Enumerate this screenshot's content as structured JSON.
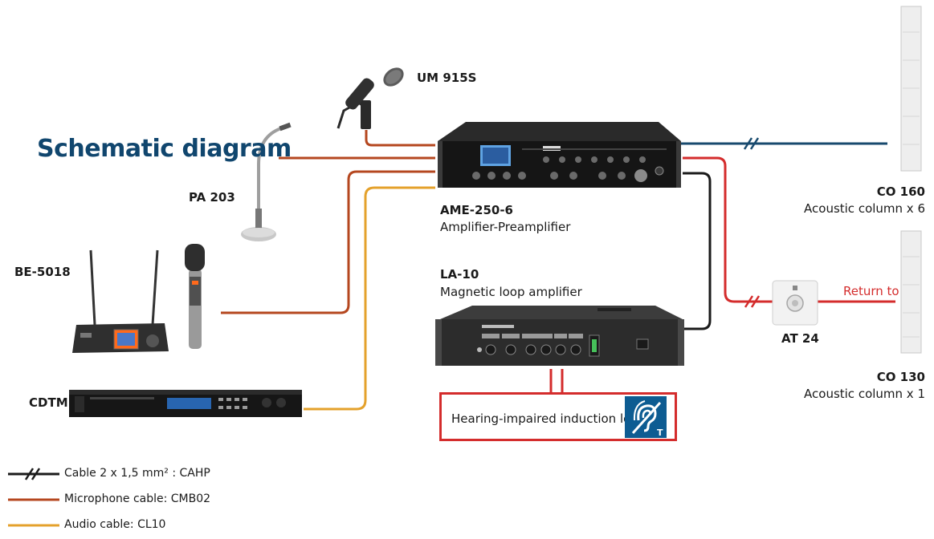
{
  "title": "Schematic diagram",
  "devices": {
    "um915s": {
      "name": "UM 915S"
    },
    "pa203": {
      "name": "PA 203"
    },
    "be5018": {
      "name": "BE-5018"
    },
    "cdtm": {
      "name": "CDTM"
    },
    "ame2506": {
      "name": "AME-250-6",
      "desc": "Amplifier-Preamplifier"
    },
    "la10": {
      "name": "LA-10",
      "desc": "Magnetic loop amplifier"
    },
    "co160": {
      "name": "CO 160",
      "desc": "Acoustic column x 6"
    },
    "co130": {
      "name": "CO 130",
      "desc": "Acoustic column x 1"
    },
    "at24": {
      "name": "AT 24"
    }
  },
  "loop": {
    "label": "Hearing-impaired induction loop",
    "icon": "hearing-loop-t-icon"
  },
  "return_label": "Return to",
  "legend": [
    {
      "label": "Cable 2 x 1,5 mm² : CAHP",
      "color": "#1a1a1a"
    },
    {
      "label": "Microphone cable: CMB02",
      "color": "#b5471f"
    },
    {
      "label": "Audio cable: CL10",
      "color": "#e4a12b"
    }
  ],
  "colors": {
    "title": "#10466e",
    "mic_cable": "#b5471f",
    "audio_cable": "#e4a12b",
    "speaker_cable_blue": "#184a6e",
    "speaker_cable_red": "#d42c2c",
    "speaker_cable_black": "#1a1a1a"
  }
}
